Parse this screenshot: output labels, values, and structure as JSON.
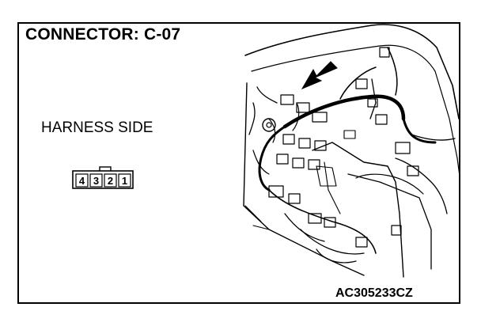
{
  "title": "CONNECTOR: C-07",
  "side_label": "HARNESS SIDE",
  "connector": {
    "pins": [
      "4",
      "3",
      "2",
      "1"
    ]
  },
  "figure_code": "AC305233CZ",
  "illustration": {
    "subject": "dashboard-wiring-harness",
    "arrow": "points to connector C-07 location"
  },
  "colors": {
    "line": "#000000",
    "background": "#ffffff"
  }
}
